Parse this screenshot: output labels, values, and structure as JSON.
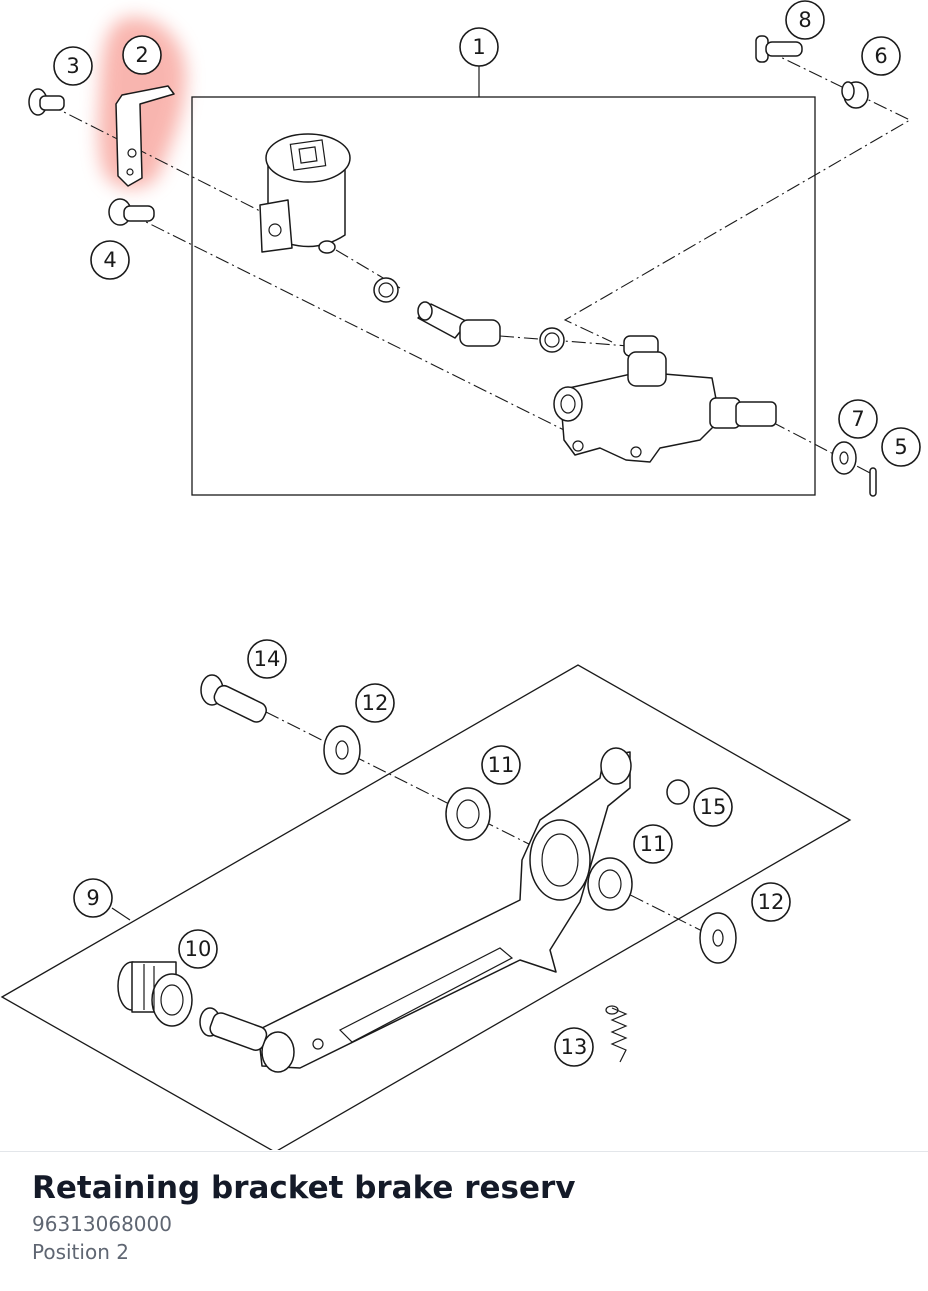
{
  "colors": {
    "highlight": "#f47a6e",
    "title": "#141a28",
    "subtext": "#5f6672",
    "line": "#1a1a1a"
  },
  "diagram": {
    "callouts": [
      "1",
      "2",
      "3",
      "4",
      "5",
      "6",
      "7",
      "8",
      "9",
      "10",
      "11",
      "11",
      "12",
      "12",
      "13",
      "14",
      "15"
    ]
  },
  "part": {
    "title": "Retaining bracket brake reserv",
    "number": "96313068000",
    "position": "Position 2"
  }
}
